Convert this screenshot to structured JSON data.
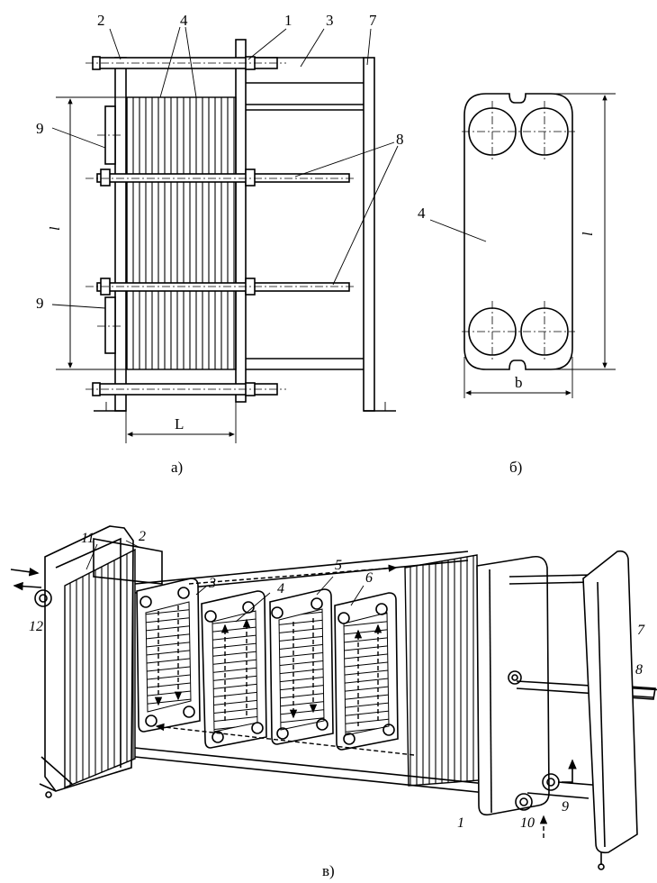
{
  "figure_a": {
    "caption": "а)",
    "labels": {
      "n1": "1",
      "n2": "2",
      "n3": "3",
      "n4": "4",
      "n7": "7",
      "n8": "8",
      "n9_top": "9",
      "n9_bottom": "9",
      "dim_l": "l",
      "dim_L": "L"
    }
  },
  "figure_b": {
    "caption": "б)",
    "labels": {
      "n4": "4",
      "dim_l": "l",
      "dim_b": "b"
    }
  },
  "figure_c": {
    "caption": "в)",
    "labels": {
      "n1": "1",
      "n2": "2",
      "n3": "3",
      "n4": "4",
      "n5": "5",
      "n6": "6",
      "n7": "7",
      "n8": "8",
      "n9": "9",
      "n10": "10",
      "n11": "11",
      "n12": "12"
    }
  }
}
